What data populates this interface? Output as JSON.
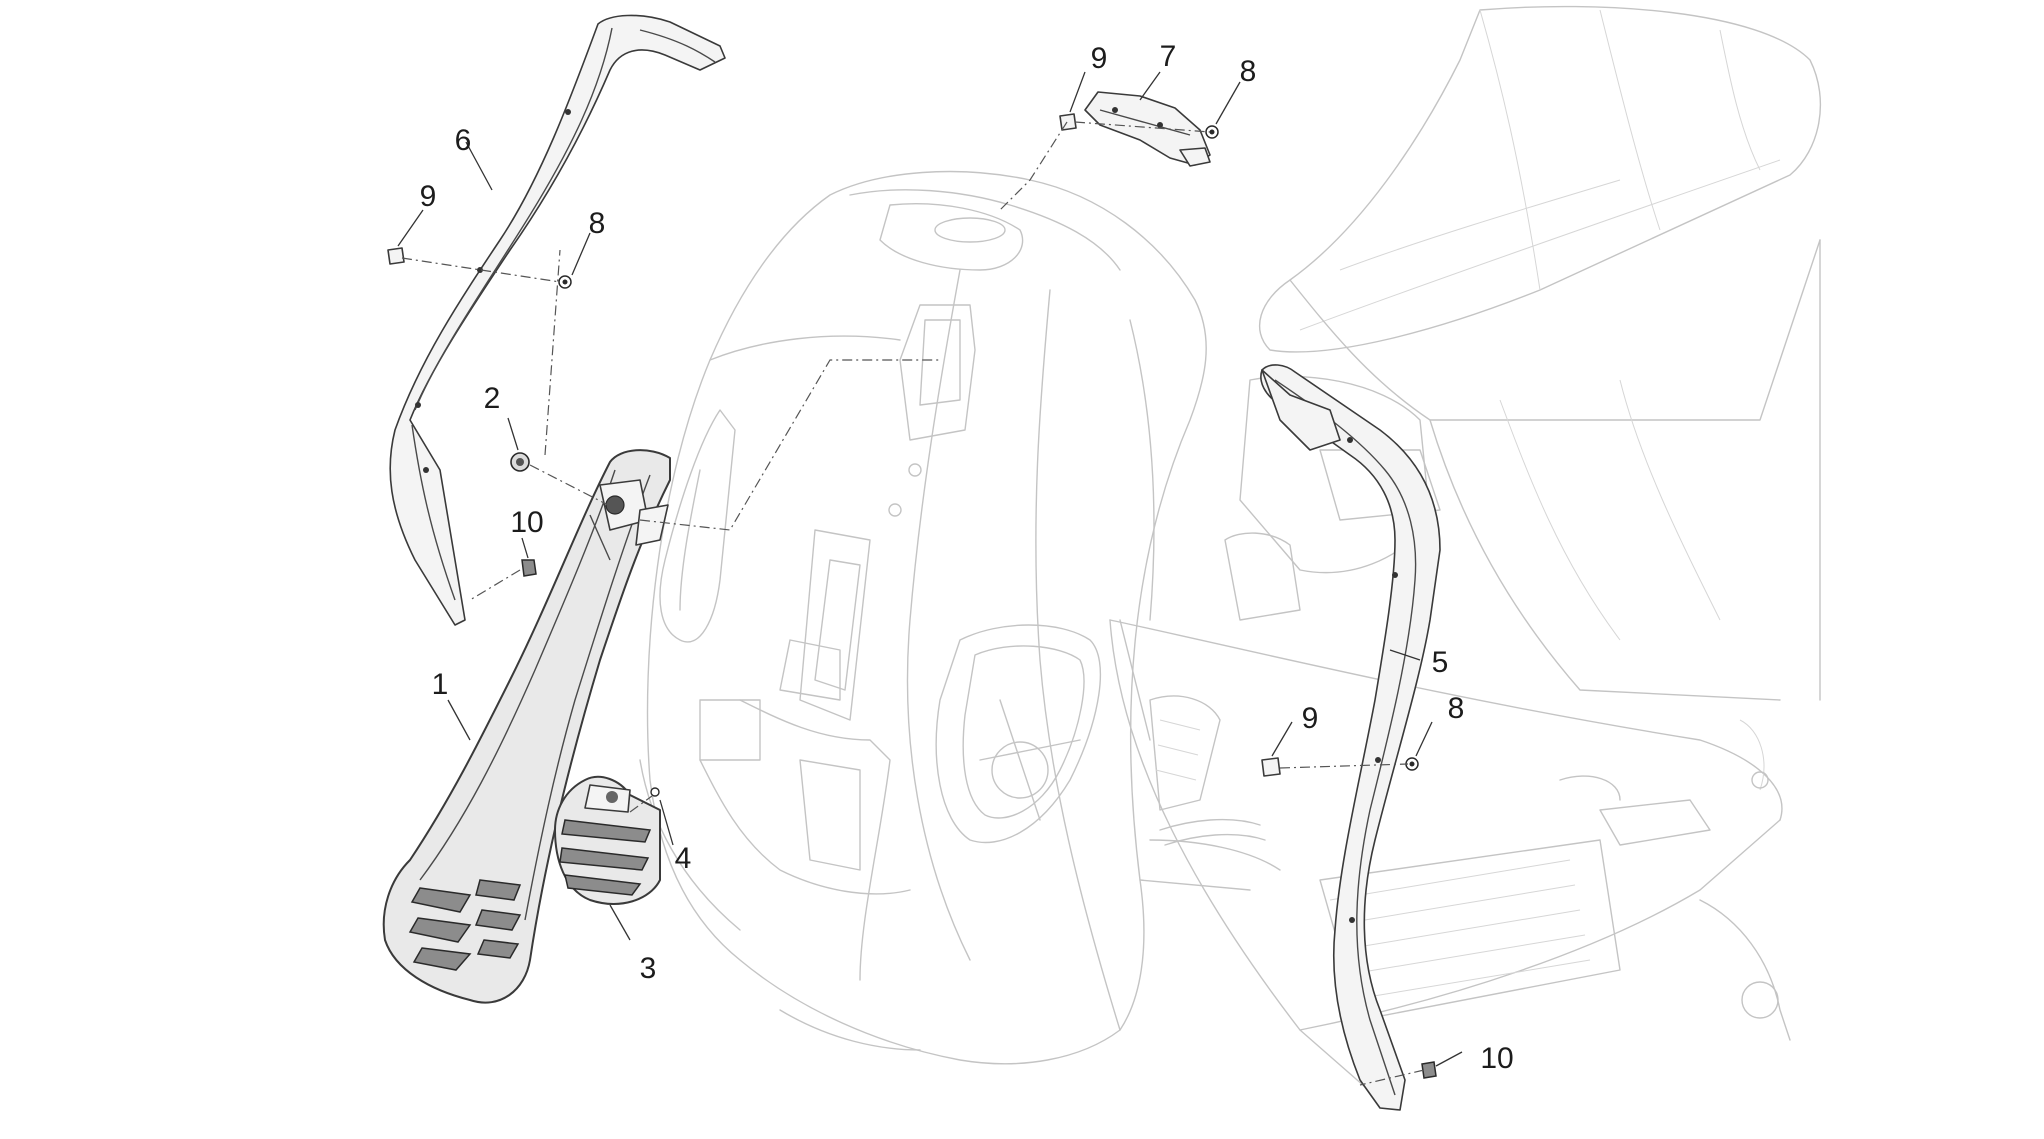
{
  "callouts": [
    {
      "id": "c1",
      "text": "1"
    },
    {
      "id": "c2",
      "text": "2"
    },
    {
      "id": "c3",
      "text": "3"
    },
    {
      "id": "c4",
      "text": "4"
    },
    {
      "id": "c5",
      "text": "5"
    },
    {
      "id": "c6",
      "text": "6"
    },
    {
      "id": "c7",
      "text": "7"
    },
    {
      "id": "c8a",
      "text": "8"
    },
    {
      "id": "c8b",
      "text": "8"
    },
    {
      "id": "c8c",
      "text": "8"
    },
    {
      "id": "c9a",
      "text": "9"
    },
    {
      "id": "c9b",
      "text": "9"
    },
    {
      "id": "c9c",
      "text": "9"
    },
    {
      "id": "c10a",
      "text": "10"
    },
    {
      "id": "c10b",
      "text": "10"
    }
  ],
  "colors": {
    "background": "#ffffff",
    "part_outline": "#3a3a3a",
    "ghost_outline": "#c4c4c4",
    "part_fill": "#e9e9e9"
  }
}
